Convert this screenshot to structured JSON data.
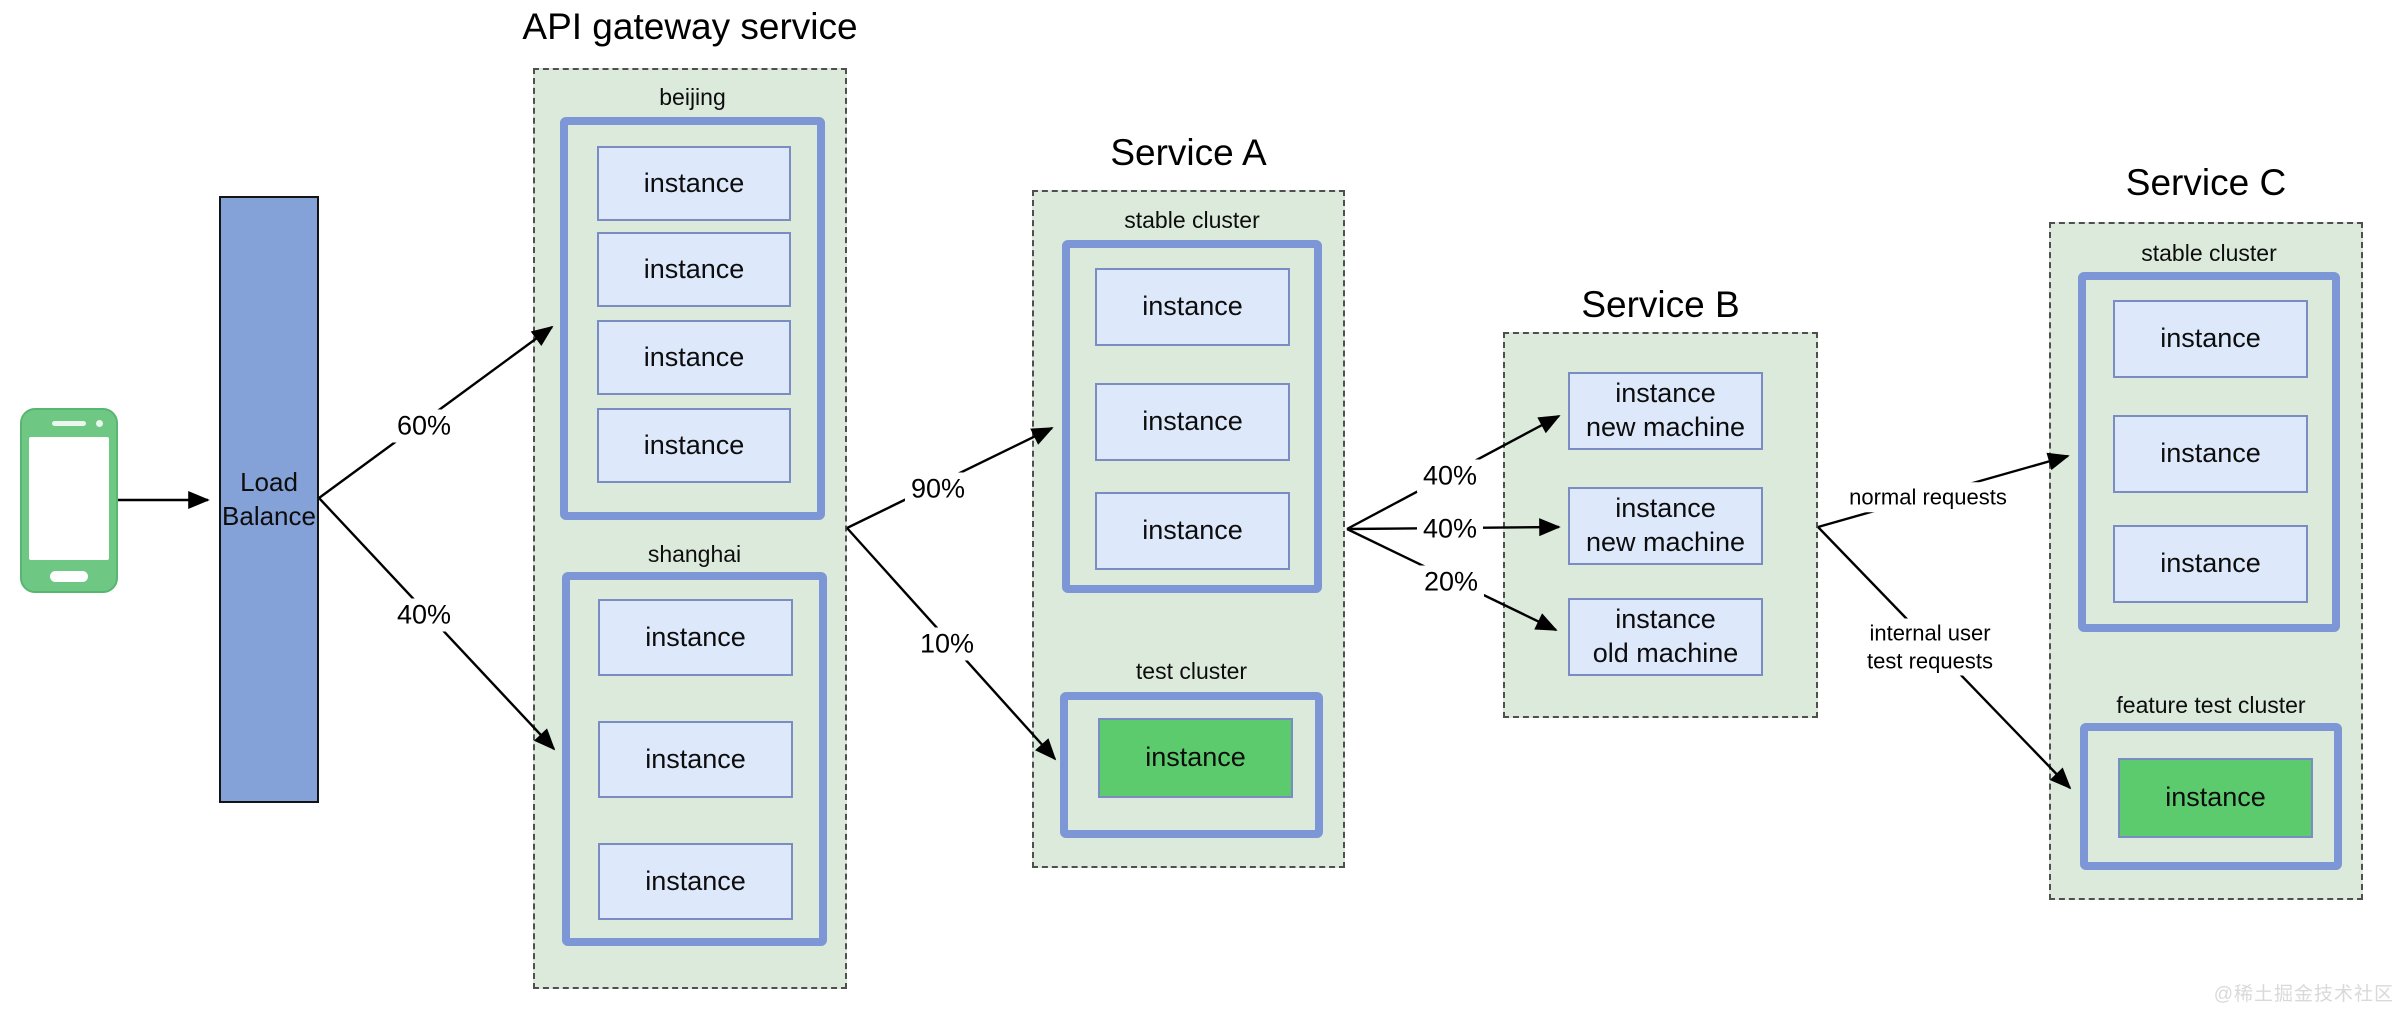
{
  "colors": {
    "cluster_bg": "#dceadb",
    "frame_blue": "#7d96d5",
    "instance_bg": "#dde8fa",
    "instance_border": "#7b8cc2",
    "test_instance_green": "#5ccb6e",
    "load_balancer_blue": "#84a1d8",
    "phone_green": "#6ec884",
    "watermark_gray": "#d9d9d9"
  },
  "client": {
    "icon": "smartphone-icon"
  },
  "load_balancer": {
    "label": "Load Balance"
  },
  "api_gateway": {
    "title": "API gateway service",
    "beijing": {
      "name": "beijing",
      "instances": [
        "instance",
        "instance",
        "instance",
        "instance"
      ]
    },
    "shanghai": {
      "name": "shanghai",
      "instances": [
        "instance",
        "instance",
        "instance"
      ]
    }
  },
  "service_a": {
    "title": "Service A",
    "stable": {
      "name": "stable cluster",
      "instances": [
        "instance",
        "instance",
        "instance"
      ]
    },
    "test": {
      "name": "test cluster",
      "instances": [
        "instance"
      ]
    }
  },
  "service_b": {
    "title": "Service B",
    "instances": [
      {
        "line1": "instance",
        "line2": "new machine"
      },
      {
        "line1": "instance",
        "line2": "new machine"
      },
      {
        "line1": "instance",
        "line2": "old machine"
      }
    ]
  },
  "service_c": {
    "title": "Service C",
    "stable": {
      "name": "stable cluster",
      "instances": [
        "instance",
        "instance",
        "instance"
      ]
    },
    "feature": {
      "name": "feature test cluster",
      "instances": [
        "instance"
      ]
    }
  },
  "edge_labels": {
    "lb_to_beijing": "60%",
    "lb_to_shanghai": "40%",
    "gw_to_stable": "90%",
    "gw_to_test": "10%",
    "a_to_b_1": "40%",
    "a_to_b_2": "40%",
    "a_to_b_3": "20%",
    "b_to_c_stable": "normal requests",
    "b_to_c_feature_line1": "internal user",
    "b_to_c_feature_line2": "test requests"
  },
  "watermark": "@稀土掘金技术社区"
}
